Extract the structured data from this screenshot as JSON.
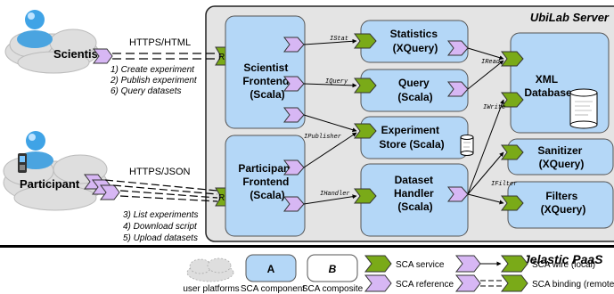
{
  "server": {
    "title": "UbiLab Server",
    "paas": "Jelastic PaaS"
  },
  "actors": {
    "scientist": {
      "name": "Scientist",
      "protocol": "HTTPS/HTML",
      "steps": [
        "1) Create experiment",
        "2) Publish experiment",
        "6) Query datasets"
      ]
    },
    "participant": {
      "name": "Participant",
      "protocol": "HTTPS/JSON",
      "steps": [
        "3) List experiments",
        "4) Download script",
        "5) Upload datasets"
      ]
    }
  },
  "components": {
    "scientist_frontend": [
      "Scientist",
      "Frontend",
      "(Scala)"
    ],
    "participant_frontend": [
      "Participant",
      "Frontend",
      "(Scala)"
    ],
    "statistics": [
      "Statistics",
      "(XQuery)"
    ],
    "query": [
      "Query",
      "(Scala)"
    ],
    "experiment_store": [
      "Experiment",
      "Store (Scala)"
    ],
    "dataset_handler": [
      "Dataset",
      "Handler",
      "(Scala)"
    ],
    "xml_database": [
      "XML",
      "Database"
    ],
    "sanitizer": [
      "Sanitizer",
      "(XQuery)"
    ],
    "filters": [
      "Filters",
      "(XQuery)"
    ]
  },
  "rest_label": "REST",
  "interfaces": {
    "istat": "IStat",
    "iquery": "IQuery",
    "ipublisher": "IPublisher",
    "ihandler": "IHandler",
    "iread": "IRead",
    "iwrite": "IWrite",
    "ifilter": "IFilter"
  },
  "legend": {
    "user_platforms": "user platforms",
    "sca_component": "SCA component",
    "sca_composite": "SCA composite",
    "component_letter": "A",
    "composite_letter": "B",
    "sca_service": "SCA service",
    "sca_reference": "SCA reference",
    "sca_wire": "SCA wire (local)",
    "sca_binding": "SCA binding (remote)"
  },
  "colors": {
    "component_fill": "#b4d7f7",
    "service_green": "#7aaa18",
    "reference_purple": "#d7b7f4",
    "composite_fill": "#e4e4e4",
    "cloud_fill": "#dedede"
  }
}
